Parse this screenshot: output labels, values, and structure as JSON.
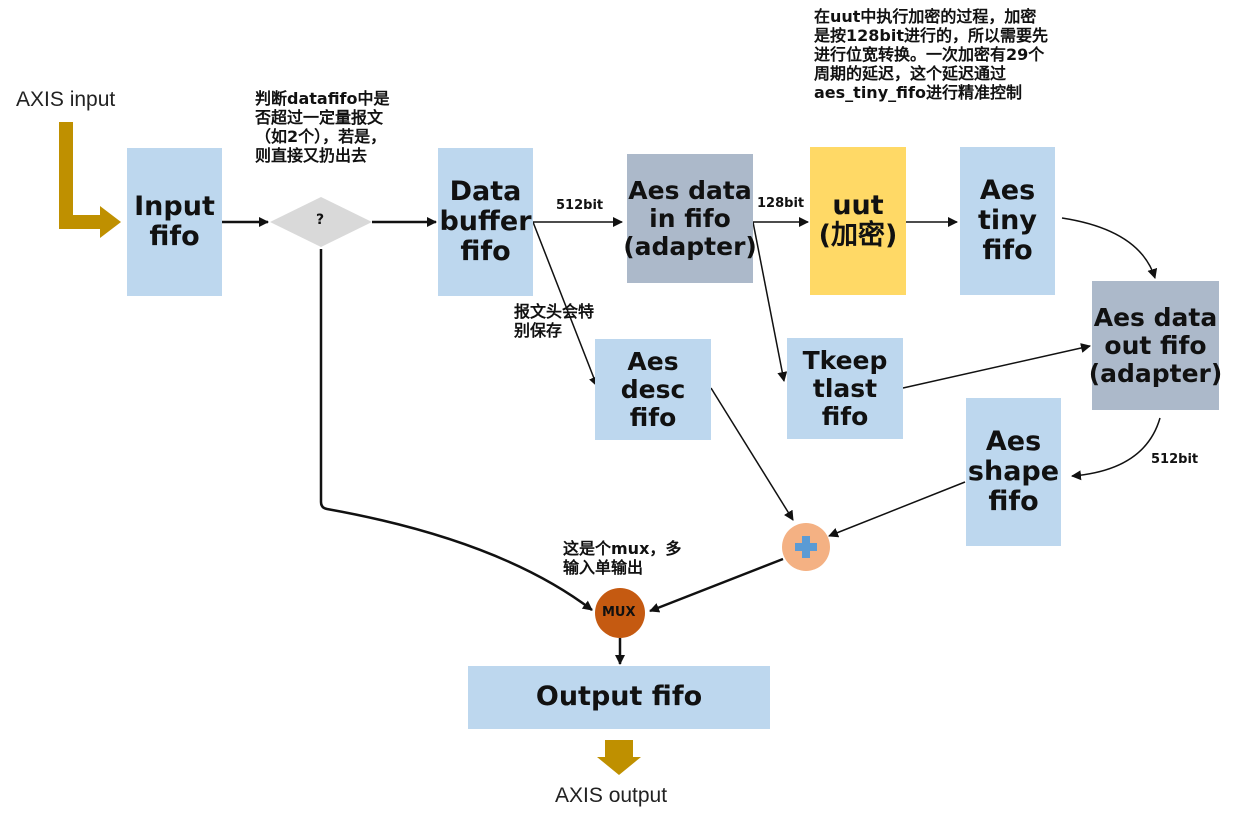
{
  "labels": {
    "axis_input": "AXIS input",
    "axis_output": "AXIS output",
    "input_fifo": "Input fifo",
    "decision": "?",
    "decision_note": "判断datafifo中是否超过一定量报文（如2个），若是，则直接又扔出去",
    "data_buffer_fifo": "Data buffer fifo",
    "bits_512_a": "512bit",
    "aes_data_in_fifo": "Aes data in fifo (adapter)",
    "bits_128": "128bit",
    "uut": "uut (加密)",
    "uut_note": "在uut中执行加密的过程，加密是按128bit进行的，所以需要先进行位宽转换。一次加密有29个周期的延迟，这个延迟通过aes_tiny_fifo进行精准控制",
    "aes_tiny_fifo": "Aes tiny fifo",
    "aes_data_out_fifo": "Aes data out fifo (adapter)",
    "bits_512_b": "512bit",
    "header_note": "报文头会特别保存",
    "aes_desc_fifo": "Aes desc fifo",
    "tkeep_tlast_fifo": "Tkeep tlast fifo",
    "aes_shape_fifo": "Aes shape fifo",
    "plus": "+",
    "mux_note": "这是个mux，多输入单输出",
    "mux": "MUX",
    "output_fifo": "Output fifo"
  },
  "colors": {
    "light_blue": "#bdd7ee",
    "gray_blue": "#acb9ca",
    "yellow": "#ffd966",
    "gold_arrow": "#bf9000",
    "mux_orange": "#c55a11",
    "plus_peach": "#f4b183",
    "plus_blue": "#5b9bd5",
    "diamond_gray": "#d9d9d9"
  }
}
